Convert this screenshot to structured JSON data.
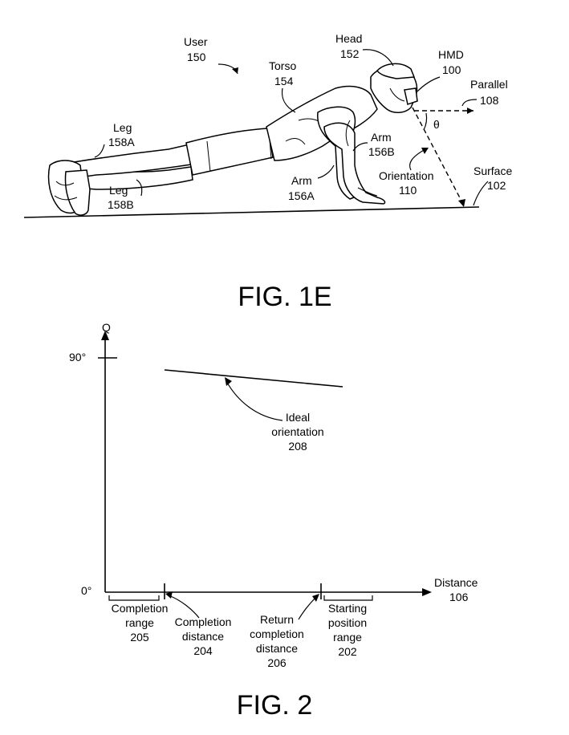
{
  "fig1e": {
    "caption": "FIG. 1E",
    "labels": {
      "user": "User",
      "user_num": "150",
      "head": "Head",
      "head_num": "152",
      "hmd": "HMD",
      "hmd_num": "100",
      "parallel": "Parallel",
      "parallel_num": "108",
      "torso": "Torso",
      "torso_num": "154",
      "theta": "θ",
      "leg_a": "Leg",
      "leg_a_num": "158A",
      "arm_b": "Arm",
      "arm_b_num": "156B",
      "orientation": "Orientation",
      "orientation_num": "110",
      "surface": "Surface",
      "surface_num": "102",
      "leg_b": "Leg",
      "leg_b_num": "158B",
      "arm_a": "Arm",
      "arm_a_num": "156A"
    }
  },
  "fig2": {
    "caption": "FIG. 2",
    "y_axis_label": "Q",
    "y_top_tick": "90°",
    "y_bottom_tick": "0°",
    "x_axis_label": "Distance",
    "x_axis_num": "106",
    "ideal_label_1": "Ideal",
    "ideal_label_2": "orientation",
    "ideal_num": "208",
    "completion_range_1": "Completion",
    "completion_range_2": "range",
    "completion_range_num": "205",
    "completion_distance_1": "Completion",
    "completion_distance_2": "distance",
    "completion_distance_num": "204",
    "return_1": "Return",
    "return_2": "completion",
    "return_3": "distance",
    "return_num": "206",
    "starting_1": "Starting",
    "starting_2": "position",
    "starting_3": "range",
    "starting_num": "202"
  }
}
